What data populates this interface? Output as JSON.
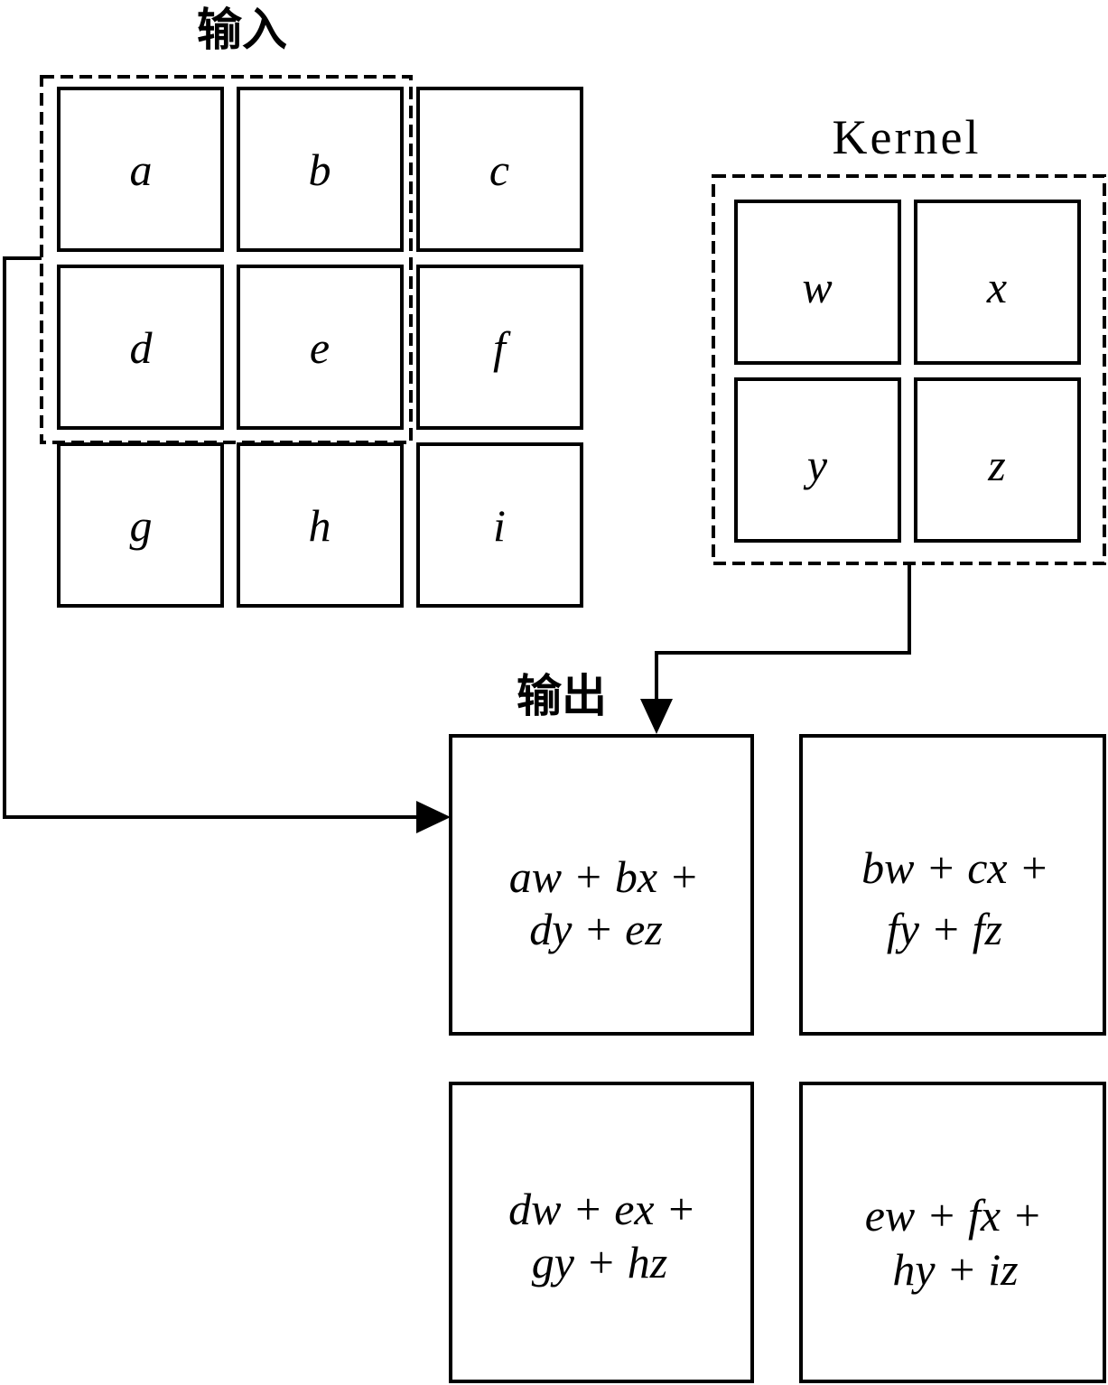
{
  "input": {
    "title": "输入",
    "cells": [
      "a",
      "b",
      "c",
      "d",
      "e",
      "f",
      "g",
      "h",
      "i"
    ]
  },
  "kernel": {
    "title": "Kernel",
    "cells": [
      "w",
      "x",
      "y",
      "z"
    ]
  },
  "output": {
    "title": "输出",
    "cells": [
      {
        "line1": "aw + bx +",
        "line2": "dy + ez"
      },
      {
        "line1": "bw + cx +",
        "line2": "fy + fz"
      },
      {
        "line1": "dw + ex +",
        "line2": "gy + hz"
      },
      {
        "line1": "ew + fx +",
        "line2": "hy + iz"
      }
    ]
  }
}
